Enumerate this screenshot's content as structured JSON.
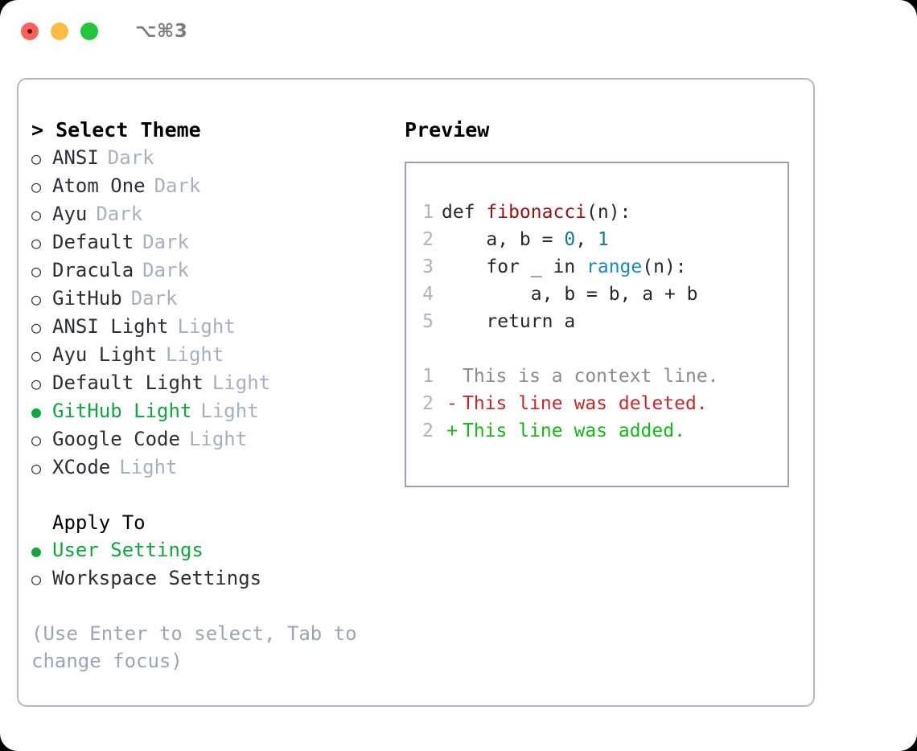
{
  "titlebar": {
    "shortcut": "⌥⌘3",
    "lights": [
      {
        "name": "close",
        "color": "#fc6058"
      },
      {
        "name": "minimize",
        "color": "#fdbc40"
      },
      {
        "name": "maximize",
        "color": "#22c63c"
      }
    ]
  },
  "theme_list": {
    "header": "> Select Theme",
    "selected_marker": "●",
    "unselected_marker": "○",
    "items": [
      {
        "label": "ANSI",
        "suffix": "Dark",
        "selected": false
      },
      {
        "label": "Atom One",
        "suffix": "Dark",
        "selected": false
      },
      {
        "label": "Ayu",
        "suffix": "Dark",
        "selected": false
      },
      {
        "label": "Default",
        "suffix": "Dark",
        "selected": false
      },
      {
        "label": "Dracula",
        "suffix": "Dark",
        "selected": false
      },
      {
        "label": "GitHub",
        "suffix": "Dark",
        "selected": false
      },
      {
        "label": "ANSI Light",
        "suffix": "Light",
        "selected": false
      },
      {
        "label": "Ayu Light",
        "suffix": "Light",
        "selected": false
      },
      {
        "label": "Default Light",
        "suffix": "Light",
        "selected": false
      },
      {
        "label": "GitHub Light",
        "suffix": "Light",
        "selected": true
      },
      {
        "label": "Google Code",
        "suffix": "Light",
        "selected": false
      },
      {
        "label": "XCode",
        "suffix": "Light",
        "selected": false
      }
    ]
  },
  "apply_to": {
    "header": "Apply To",
    "items": [
      {
        "label": "User Settings",
        "selected": true
      },
      {
        "label": "Workspace Settings",
        "selected": false
      }
    ]
  },
  "hint": "(Use Enter to select, Tab to change focus)",
  "preview": {
    "title": "Preview",
    "code_lines": [
      {
        "no": "1",
        "segments": [
          {
            "text": "def ",
            "cls": "codetext"
          },
          {
            "text": "fibonacci",
            "cls": "tok-fn"
          },
          {
            "text": "(n):",
            "cls": "codetext"
          }
        ]
      },
      {
        "no": "2",
        "segments": [
          {
            "text": "    a, b = ",
            "cls": "codetext"
          },
          {
            "text": "0",
            "cls": "tok-num"
          },
          {
            "text": ", ",
            "cls": "codetext"
          },
          {
            "text": "1",
            "cls": "tok-num"
          }
        ]
      },
      {
        "no": "3",
        "segments": [
          {
            "text": "    for _ in ",
            "cls": "codetext"
          },
          {
            "text": "range",
            "cls": "tok-call"
          },
          {
            "text": "(n):",
            "cls": "codetext"
          }
        ]
      },
      {
        "no": "4",
        "segments": [
          {
            "text": "        a, b = b, a + b",
            "cls": "codetext"
          }
        ]
      },
      {
        "no": "5",
        "segments": [
          {
            "text": "    return a",
            "cls": "codetext"
          }
        ]
      }
    ],
    "diff_lines": [
      {
        "no": "1",
        "sign": " ",
        "text": "This is a context line.",
        "kind": "diff-ctx"
      },
      {
        "no": "2",
        "sign": "-",
        "text": "This line was deleted.",
        "kind": "diff-del"
      },
      {
        "no": "2",
        "sign": "+",
        "text": "This line was added.",
        "kind": "diff-add"
      }
    ]
  },
  "colors": {
    "accent_green": "#0fa83c",
    "diff_added": "#11bb11",
    "diff_deleted": "#c62828",
    "diff_context": "#8b8b8b",
    "token_function": "#9b1111",
    "token_number": "#0d8080",
    "token_call": "#1a8bbf",
    "muted": "#a7b0bd",
    "border": "#b0bac6"
  }
}
